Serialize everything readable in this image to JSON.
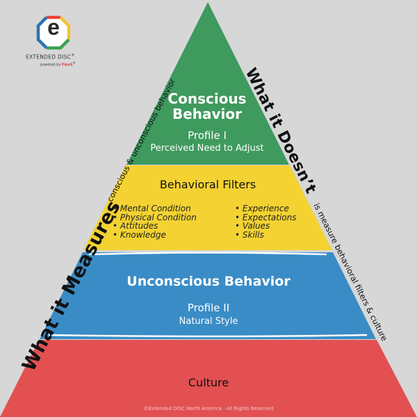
{
  "logo": {
    "letter": "e",
    "name": "EXTENDED DISC",
    "trademark": "®",
    "powered_by": "powered by",
    "brand": "FinxS",
    "brand_mark": "®"
  },
  "pyramid": {
    "conscious": {
      "title_line1": "Conscious",
      "title_line2": "Behavior",
      "profile": "Profile I",
      "subtitle": "Perceived Need to Adjust",
      "color": "#3f9a5e"
    },
    "filters": {
      "title": "Behavioral Filters",
      "left_items": [
        "Mental Condition",
        "Physical Condition",
        "Attitudes",
        "Knowledge"
      ],
      "right_items": [
        "Experience",
        "Expectations",
        "Values",
        "Skills"
      ],
      "color": "#f3d232"
    },
    "unconscious": {
      "title": "Unconscious Behavior",
      "profile": "Profile II",
      "subtitle": "Natural Style",
      "color": "#3a8cc6"
    },
    "culture": {
      "title": "Culture",
      "color": "#e25052"
    }
  },
  "side_labels": {
    "left_main": "What it Measures",
    "left_sub": "conscious & unconscious behavior",
    "right_main": "What it Doesn’t",
    "right_sub": "is measure behavioral filters & culture"
  },
  "footer": {
    "copyright": "©Extended DISC North America · All Rights Reserved"
  }
}
